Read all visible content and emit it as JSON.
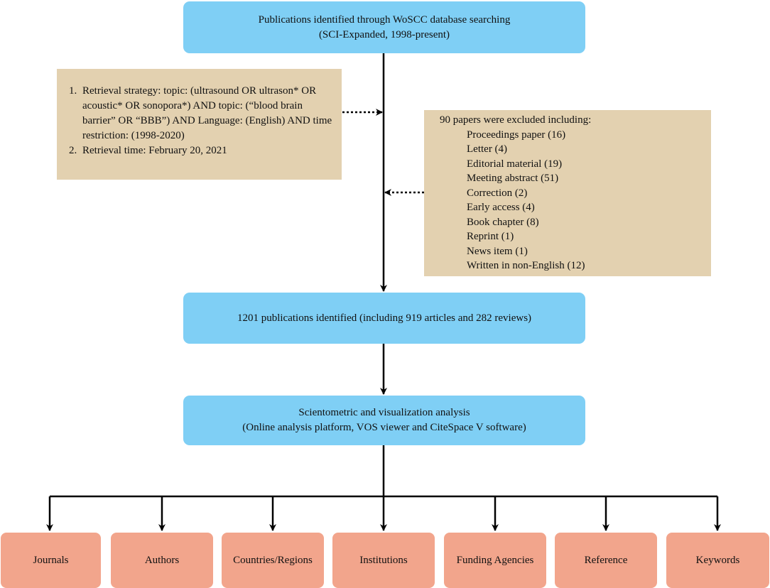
{
  "search_box": {
    "line1": "Publications identified through WoSCC database searching",
    "line2": "(SCI-Expanded, 1998-present)"
  },
  "strategy_box": {
    "items": [
      "Retrieval strategy: topic: (ultrasound OR ultrason* OR acoustic* OR sonopora*) AND topic:  (“blood brain barrier” OR “BBB”) AND Language: (English) AND time restriction: (1998-2020)",
      "Retrieval time: February 20, 2021"
    ]
  },
  "excluded_box": {
    "header": "90 papers were excluded including:",
    "items": [
      "Proceedings paper (16)",
      "Letter (4)",
      "Editorial material (19)",
      "Meeting abstract (51)",
      "Correction (2)",
      "Early access (4)",
      "Book chapter (8)",
      "Reprint (1)",
      "News item (1)",
      "Written in non-English (12)"
    ]
  },
  "identified_box": {
    "text": "1201 publications identified (including 919 articles and 282 reviews)"
  },
  "analysis_box": {
    "line1": "Scientometric and visualization analysis",
    "line2": "(Online analysis platform, VOS viewer and CiteSpace V software)"
  },
  "outputs": [
    "Journals",
    "Authors",
    "Countries/Regions",
    "Institutions",
    "Funding Agencies",
    "Reference",
    "Keywords"
  ],
  "colors": {
    "blue": "#7fcff5",
    "tan": "#e3d1b0",
    "salmon": "#f2a58c",
    "line": "#000000"
  }
}
